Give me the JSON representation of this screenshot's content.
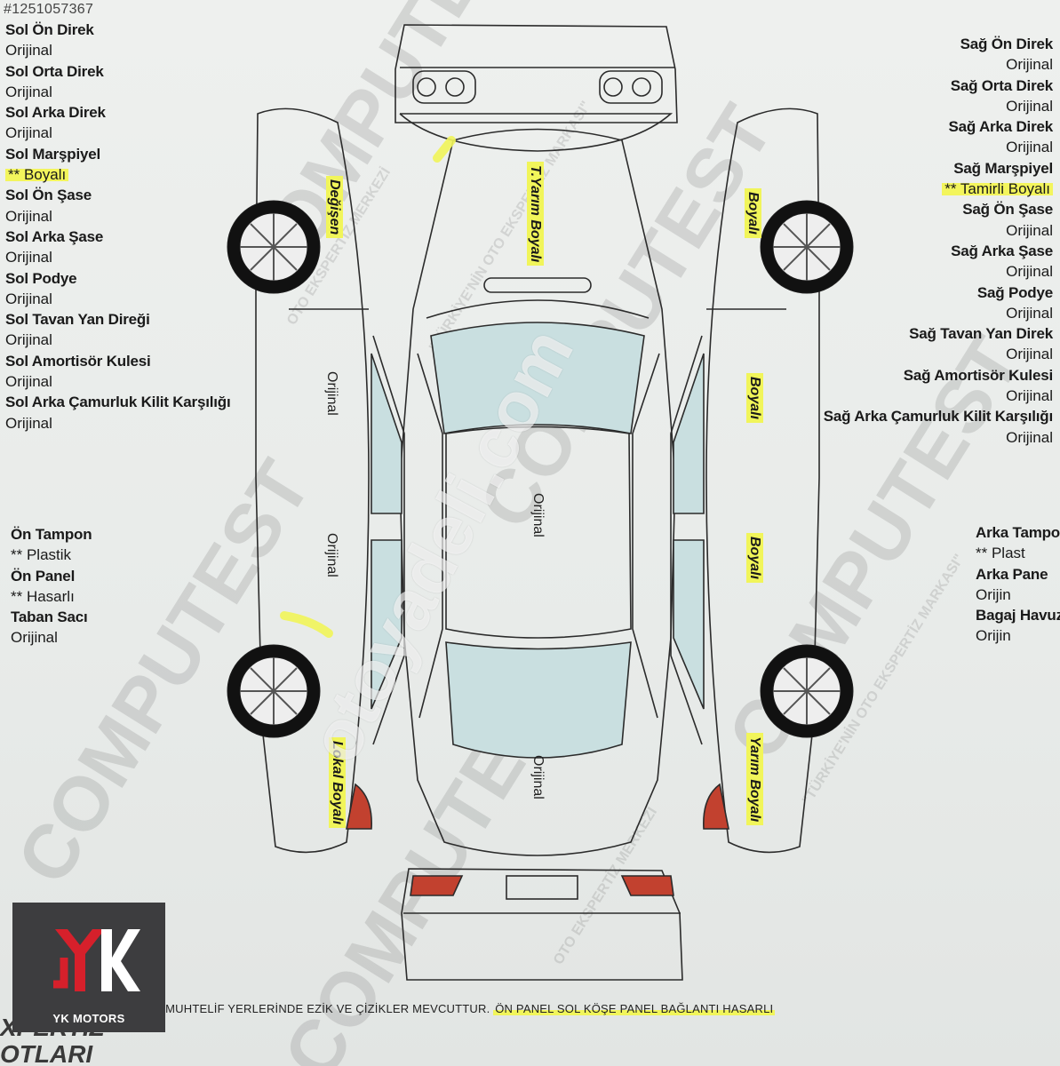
{
  "listing_id": "#1251057367",
  "left_items": [
    {
      "title": "Sol Ön Direk",
      "value": "Orijinal",
      "highlight": false
    },
    {
      "title": "Sol Orta Direk",
      "value": "Orijinal",
      "highlight": false
    },
    {
      "title": "Sol Arka Direk",
      "value": "Orijinal",
      "highlight": false
    },
    {
      "title": "Sol Marşpiyel",
      "value": "** Boyalı",
      "highlight": true
    },
    {
      "title": "Sol Ön Şase",
      "value": "Orijinal",
      "highlight": false
    },
    {
      "title": "Sol Arka Şase",
      "value": "Orijinal",
      "highlight": false
    },
    {
      "title": "Sol Podye",
      "value": "Orijinal",
      "highlight": false
    },
    {
      "title": "Sol Tavan Yan Direği",
      "value": "Orijinal",
      "highlight": false
    },
    {
      "title": "Sol Amortisör Kulesi",
      "value": "Orijinal",
      "highlight": false
    },
    {
      "title": "Sol Arka Çamurluk Kilit Karşılığı",
      "value": "Orijinal",
      "highlight": false
    }
  ],
  "right_items": [
    {
      "title": "Sağ Ön Direk",
      "value": "Orijinal",
      "highlight": false
    },
    {
      "title": "Sağ Orta Direk",
      "value": "Orijinal",
      "highlight": false
    },
    {
      "title": "Sağ Arka Direk",
      "value": "Orijinal",
      "highlight": false
    },
    {
      "title": "Sağ Marşpiyel",
      "value": "** Tamirli Boyalı",
      "highlight": true
    },
    {
      "title": "Sağ Ön Şase",
      "value": "Orijinal",
      "highlight": false
    },
    {
      "title": "Sağ Arka Şase",
      "value": "Orijinal",
      "highlight": false
    },
    {
      "title": "Sağ Podye",
      "value": "Orijinal",
      "highlight": false
    },
    {
      "title": "Sağ Tavan Yan Direk",
      "value": "Orijinal",
      "highlight": false
    },
    {
      "title": "Sağ Amortisör Kulesi",
      "value": "Orijinal",
      "highlight": false
    },
    {
      "title": "Sağ Arka Çamurluk Kilit Karşılığı",
      "value": "Orijinal",
      "highlight": false
    }
  ],
  "left_bottom_items": [
    {
      "title": "Ön Tampon",
      "value": "** Plastik"
    },
    {
      "title": "Ön Panel",
      "value": "** Hasarlı"
    },
    {
      "title": "Taban Sacı",
      "value": "Orijinal"
    }
  ],
  "right_bottom_items": [
    {
      "title": "Arka Tampo",
      "value": "** Plast"
    },
    {
      "title": "Arka Pane",
      "value": "Orijin"
    },
    {
      "title": "Bagaj Havuz",
      "value": "Orijin"
    }
  ],
  "diagram_notes": {
    "left_front_fender": "Değişen",
    "hood": "T.Yarım Boyalı",
    "right_front_fender": "Boyalı",
    "left_front_door": "Orijinal",
    "left_rear_door": "Orijinal",
    "roof": "Orijinal",
    "right_front_door": "Boyalı",
    "right_rear_door": "Boyalı",
    "trunk": "Orijinal",
    "left_rear_fender": "Lokal Boyalı",
    "right_rear_fender": "Yarım Boyalı"
  },
  "footer": {
    "note_part1": "ARACIN MUHTELİF YERLERİNDE EZİK VE ÇİZİKLER MEVCUTTUR.",
    "note_part2": "ÖN PANEL SOL KÖŞE PANEL BAĞLANTI HASARLI"
  },
  "logo": {
    "brand": "YK MOTORS",
    "mark": "YK"
  },
  "stamp_text": [
    "XPERTİZ",
    "OTLARI"
  ],
  "watermarks": {
    "brand": "COMPUTEST",
    "tagline": "OTO EKSPERTİZ MERKEZİ",
    "slogan": "\"TÜRKİYE'NİN OTO EKSPERTİZ MARKASI\"",
    "site": "otoyadeli.com"
  },
  "colors": {
    "highlight": "#f1f55a",
    "glass": "#c9dfe0",
    "tail_light": "#c2412f",
    "logo_bg": "#3d3d3f",
    "logo_red": "#d6202b"
  }
}
